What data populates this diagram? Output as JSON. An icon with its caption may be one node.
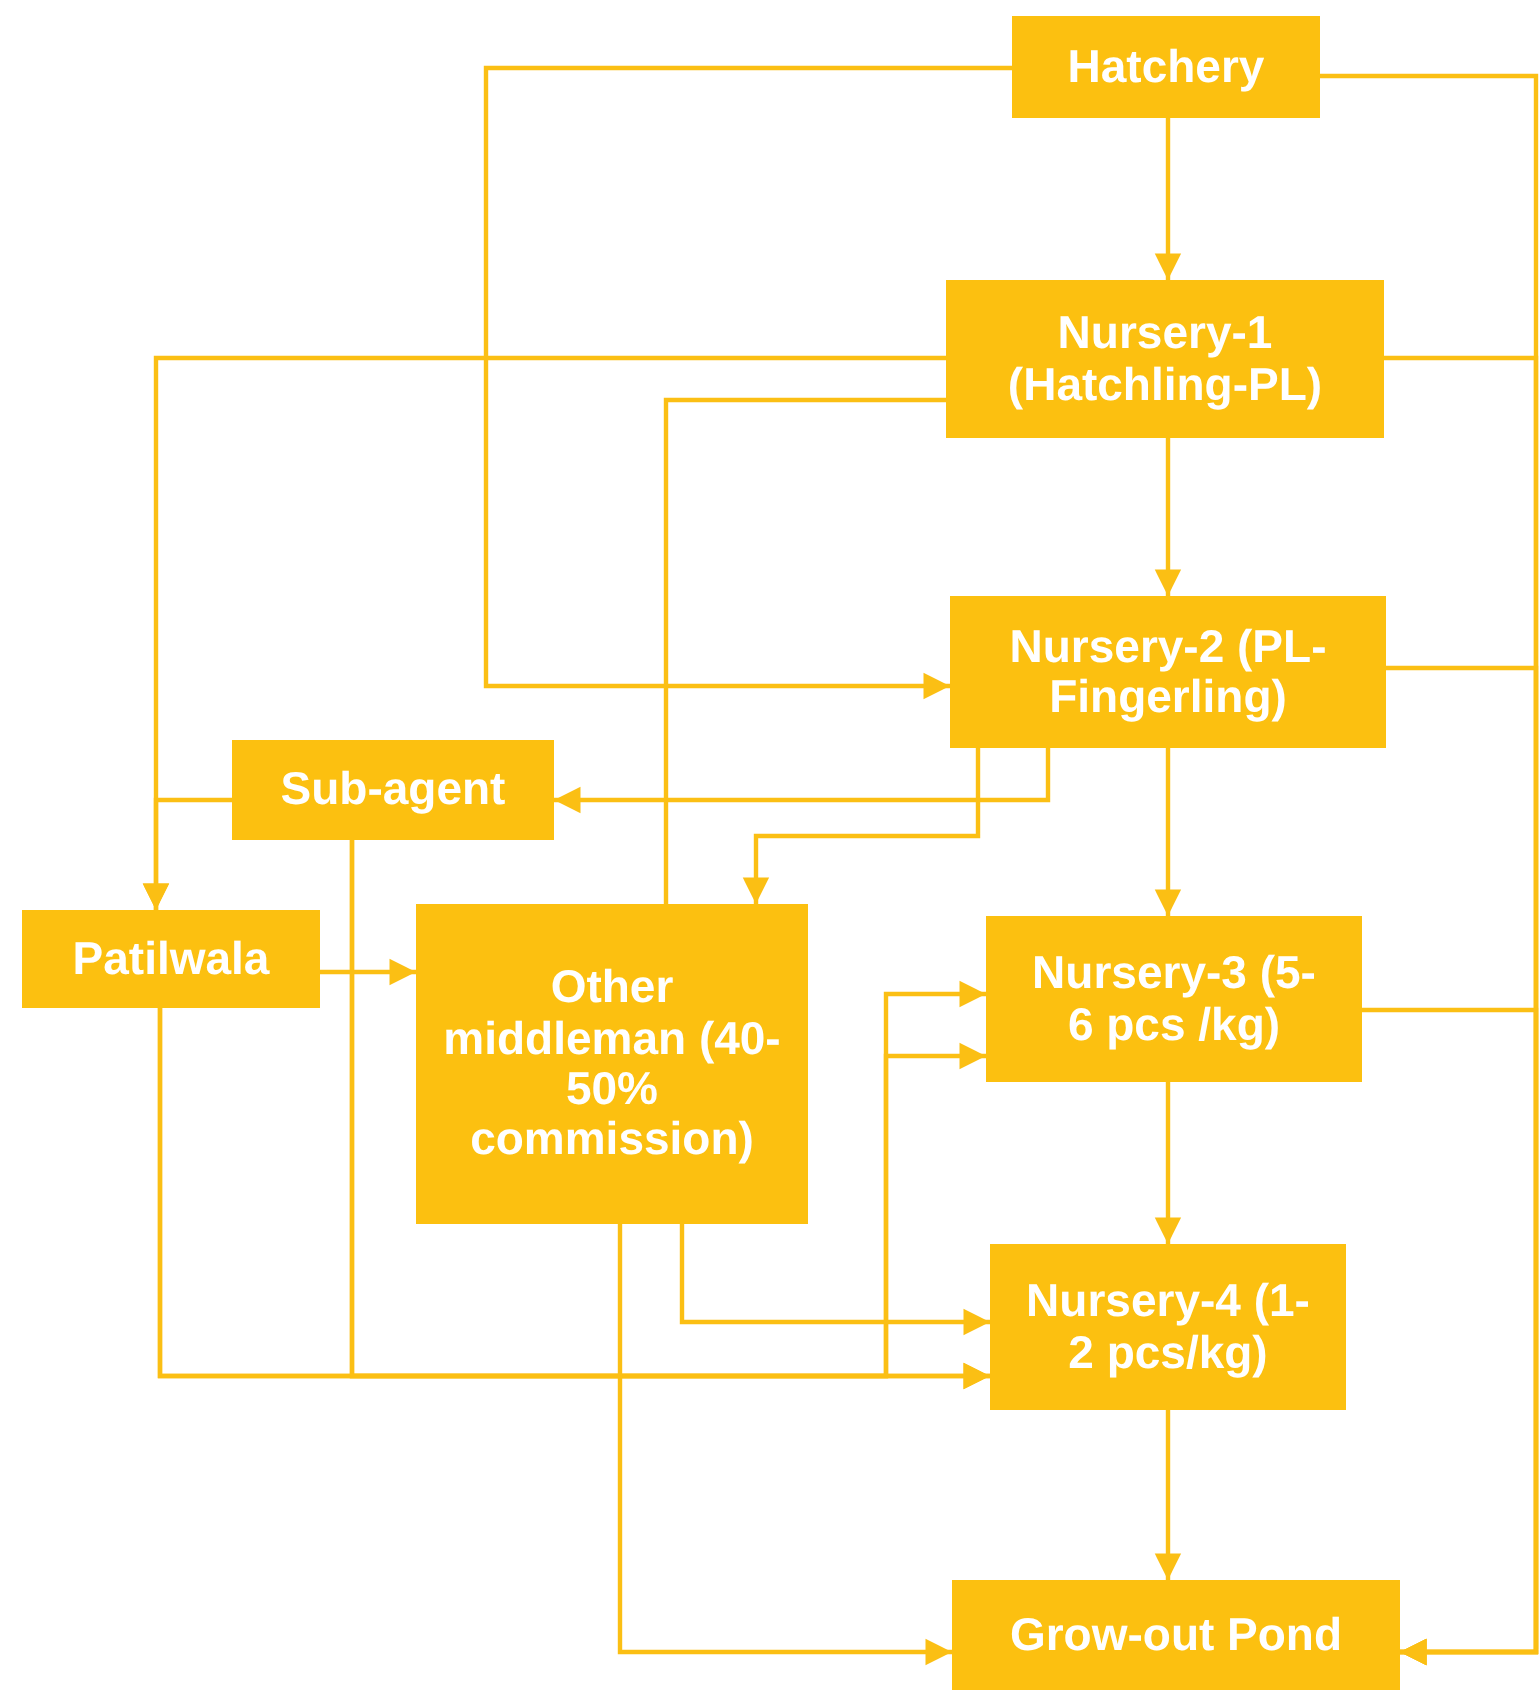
{
  "diagram": {
    "nodes": [
      {
        "text": [
          "Hatchery"
        ]
      },
      {
        "text": [
          "Nursery-1 (Hatchling-PL)"
        ]
      },
      {
        "text": [
          "Nursery-2 (PL-Fingerling)"
        ]
      },
      {
        "text": [
          "Sub-agent"
        ]
      },
      {
        "text": [
          "Patilwala"
        ]
      },
      {
        "text": [
          "Other middleman (40-50% commission)"
        ]
      },
      {
        "text": [
          "Nursery-3 (5-6 pcs /kg)"
        ]
      },
      {
        "text": [
          "Nursery-4 (1-2 pcs/kg)"
        ]
      },
      {
        "text": [
          "Grow-out Pond"
        ]
      }
    ],
    "edges": [
      {
        "from": 0,
        "to": 1,
        "arrow": "to"
      },
      {
        "from": 0,
        "to": 2,
        "arrow": "to"
      },
      {
        "from": 0,
        "to": 8,
        "arrow": "to"
      },
      {
        "from": 1,
        "to": 2,
        "arrow": "to"
      },
      {
        "from": 1,
        "to": 4,
        "arrow": "to"
      },
      {
        "from": 1,
        "to": 5,
        "arrow": "none"
      },
      {
        "from": 1,
        "to": 8,
        "arrow": "to"
      },
      {
        "from": 2,
        "to": 3,
        "arrow": "to"
      },
      {
        "from": 2,
        "to": 5,
        "arrow": "to"
      },
      {
        "from": 2,
        "to": 6,
        "arrow": "to"
      },
      {
        "from": 2,
        "to": 8,
        "arrow": "to"
      },
      {
        "from": 3,
        "to": 4,
        "arrow": "to"
      },
      {
        "from": 3,
        "to": 6,
        "arrow": "to"
      },
      {
        "from": 3,
        "to": 7,
        "arrow": "to"
      },
      {
        "from": 4,
        "to": 5,
        "arrow": "to"
      },
      {
        "from": 4,
        "to": 6,
        "arrow": "to"
      },
      {
        "from": 4,
        "to": 7,
        "arrow": "to"
      },
      {
        "from": 5,
        "to": 7,
        "arrow": "to"
      },
      {
        "from": 5,
        "to": 8,
        "arrow": "to"
      },
      {
        "from": 6,
        "to": 7,
        "arrow": "to"
      },
      {
        "from": 6,
        "to": 8,
        "arrow": "to"
      },
      {
        "from": 7,
        "to": 8,
        "arrow": "to"
      }
    ]
  }
}
